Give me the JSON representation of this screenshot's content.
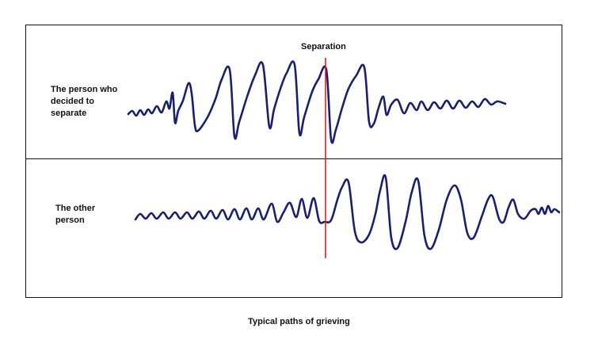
{
  "labels": {
    "separation": "Separation",
    "person_decided": "The person who decided to separate",
    "other_person": "The other person",
    "caption": "Typical paths of grieving"
  },
  "colors": {
    "wave": "#1a1f6e",
    "separation_line": "#e02020",
    "frame": "#111111"
  }
}
